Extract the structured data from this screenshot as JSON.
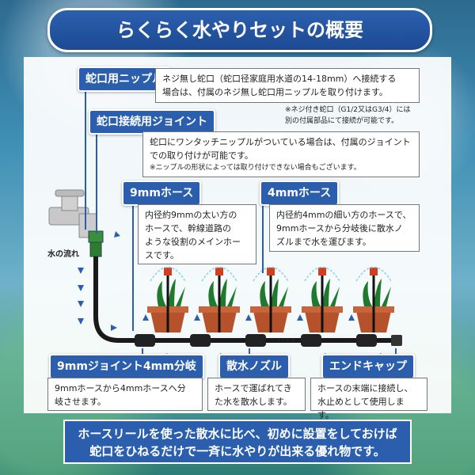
{
  "title": "らくらく水やりセットの概要",
  "labels": {
    "faucet_nipple": "蛇口用ニップル",
    "faucet_joint": "蛇口接続用ジョイント",
    "hose_9mm": "9mmホース",
    "hose_4mm": "4mmホース",
    "junction": "9mmジョイント4mm分岐",
    "nozzle": "散水ノズル",
    "end_cap": "エンドキャップ",
    "water_flow": "水の流れ"
  },
  "descriptions": {
    "faucet_nipple_line1": "ネジ無し蛇口（蛇口径家庭用水道の14-18mm）へ接続する",
    "faucet_nipple_line2": "場合は、付属のネジ無し蛇口用ニップルを取り付けます。",
    "faucet_nipple_note1": "※ネジ付き蛇口（G1/2又はG3/4）には",
    "faucet_nipple_note2": "別の付属部品にて接続が可能です。",
    "faucet_joint_line1": "蛇口にワンタッチニップルがついている場合は、付属のジョイント",
    "faucet_joint_line2": "での取り付けが可能です。",
    "faucet_joint_note": "※ニップルの形状によっては取り付けできない場合もございます。",
    "hose_9mm_line1": "内径約9mmの太い方の",
    "hose_9mm_line2": "ホースで、幹線道路の",
    "hose_9mm_line3": "ような役割のメインホー",
    "hose_9mm_line4": "スです。",
    "hose_4mm_line1": "内径約4mmの細い方のホースで、",
    "hose_4mm_line2": "9mmホースから分岐後に散水ノ",
    "hose_4mm_line3": "ズルまで水を運びます。",
    "junction_line1": "9mmホースから4mmホースへ分",
    "junction_line2": "岐させます。",
    "nozzle_line1": "ホースで運ばれてき",
    "nozzle_line2": "た水を散水します。",
    "end_cap_line1": "ホースの末端に接続し、",
    "end_cap_line2": "水止めとして使用します。"
  },
  "banner": {
    "line1": "ホースリールを使った散水に比べ、初めに設置をしておけば",
    "line2": "蛇口をひねるだけで一斉に水やりが出来る優れ物です。"
  },
  "colors": {
    "accent": "#2b5fae",
    "arrow": "#2b5fae",
    "pot": "#b5522b",
    "plant": "#1f7a2e",
    "hose": "#1a1a1a"
  }
}
